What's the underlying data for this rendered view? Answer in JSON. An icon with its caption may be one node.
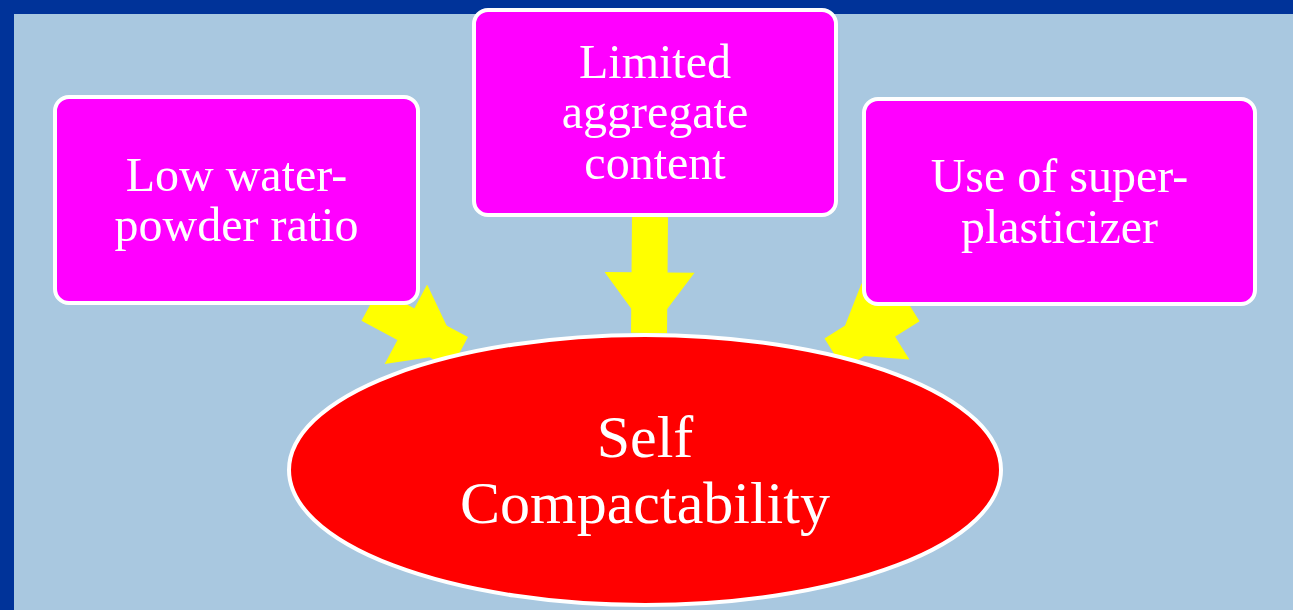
{
  "diagram": {
    "nodes": [
      {
        "text": [
          "Low water-powder ratio"
        ]
      },
      {
        "text": [
          "Limited aggregate content"
        ]
      },
      {
        "text": [
          "Use of super-plasticizer"
        ]
      },
      {
        "text": [
          "Self Compactability"
        ]
      }
    ],
    "edges": [
      {
        "from": 0,
        "to": 3,
        "arrow": "to"
      },
      {
        "from": 1,
        "to": 3,
        "arrow": "to"
      },
      {
        "from": 2,
        "to": 3,
        "arrow": "to"
      }
    ]
  }
}
